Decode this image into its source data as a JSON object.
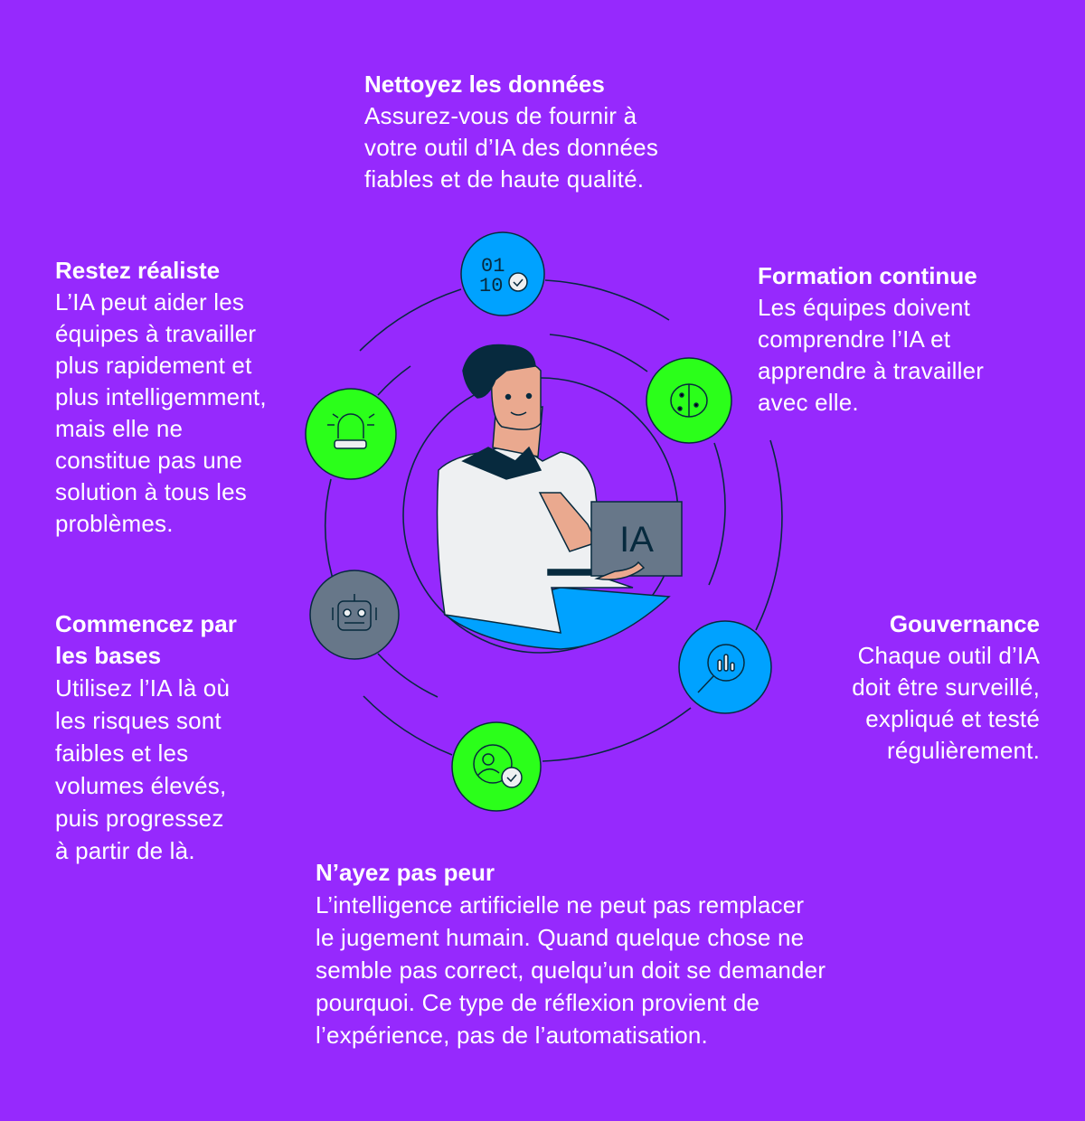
{
  "colors": {
    "background": "#9629fd",
    "green": "#2bff1a",
    "blue": "#00a2ff",
    "gray": "#677789",
    "navy": "#072a3e"
  },
  "sections": [
    {
      "title": "Nettoyez les données",
      "lines": [
        "Assurez-vous de fournir à",
        "votre outil d’IA des données",
        "fiables et de haute qualité."
      ],
      "icon": "binary-check-icon"
    },
    {
      "title": "Formation continue",
      "lines": [
        "Les équipes doivent",
        "comprendre l’IA et",
        "apprendre à travailler",
        "avec elle."
      ],
      "icon": "brain-icon"
    },
    {
      "title": "Restez réaliste",
      "lines": [
        "L’IA peut aider les",
        "équipes à travailler",
        "plus rapidement et",
        "plus intelligemment,",
        "mais elle ne",
        "constitue pas une",
        "solution à tous les",
        "problèmes."
      ],
      "icon": "alarm-light-icon"
    },
    {
      "title_lines": [
        "Commencez par",
        "les bases"
      ],
      "lines": [
        "Utilisez l’IA là où",
        "les risques sont",
        "faibles et les",
        "volumes élevés,",
        "puis progressez",
        "à partir de là."
      ],
      "icon": "robot-icon"
    },
    {
      "title": "Gouvernance",
      "lines": [
        "Chaque outil d’IA",
        "doit être surveillé,",
        "expliqué et testé",
        "régulièrement."
      ],
      "icon": "magnifier-chart-icon"
    },
    {
      "title": "N’ayez pas peur",
      "lines": [
        "L’intelligence artificielle ne peut pas remplacer",
        "le jugement humain. Quand quelque chose ne",
        "semble pas correct, quelqu’un doit se demander",
        "pourquoi. Ce type de réflexion provient de",
        "l’expérience, pas de l’automatisation."
      ],
      "icon": "user-check-icon"
    }
  ],
  "illustration": {
    "laptop_label": "IA",
    "binary_top": "01",
    "binary_bottom": "10"
  }
}
